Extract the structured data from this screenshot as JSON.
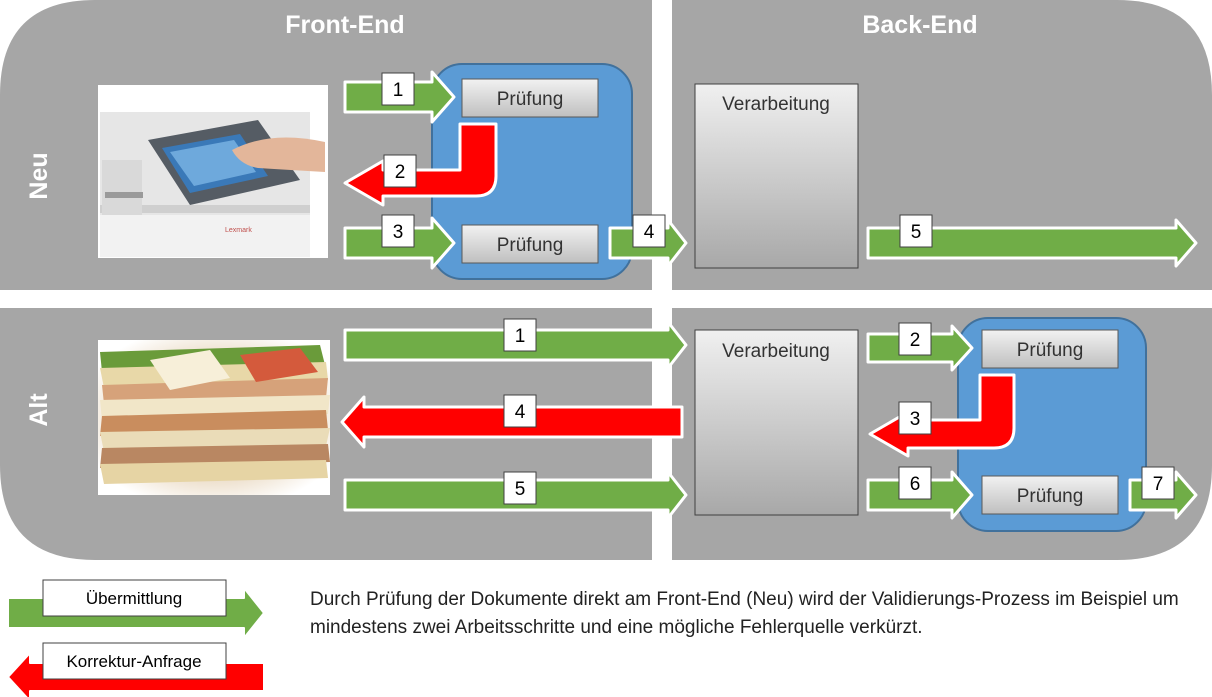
{
  "headers": {
    "front_end": "Front-End",
    "back_end": "Back-End"
  },
  "rows": {
    "neu": "Neu",
    "alt": "Alt"
  },
  "boxes": {
    "pruefung": "Prüfung",
    "verarbeitung": "Verarbeitung"
  },
  "neu_steps": [
    "1",
    "2",
    "3",
    "4",
    "5"
  ],
  "alt_steps": [
    "1",
    "2",
    "3",
    "4",
    "5",
    "6",
    "7"
  ],
  "legend": {
    "uebermittlung": "Übermittlung",
    "korrektur": "Korrektur-Anfrage"
  },
  "caption": "Durch Prüfung der Dokumente direkt am Front-End (Neu) wird der Validierungs-Prozess im Beispiel um mindestens zwei Arbeitsschritte und eine mögliche Fehlerquelle verkürzt.",
  "colors": {
    "panel": "#a6a6a6",
    "green_arrow": "#70ad47",
    "red_arrow": "#ff0000",
    "blue_box": "#5b9bd5",
    "white": "#ffffff"
  },
  "icons": {
    "neu_image": "printer-touchscreen-photo",
    "alt_image": "paper-stack-photo"
  }
}
